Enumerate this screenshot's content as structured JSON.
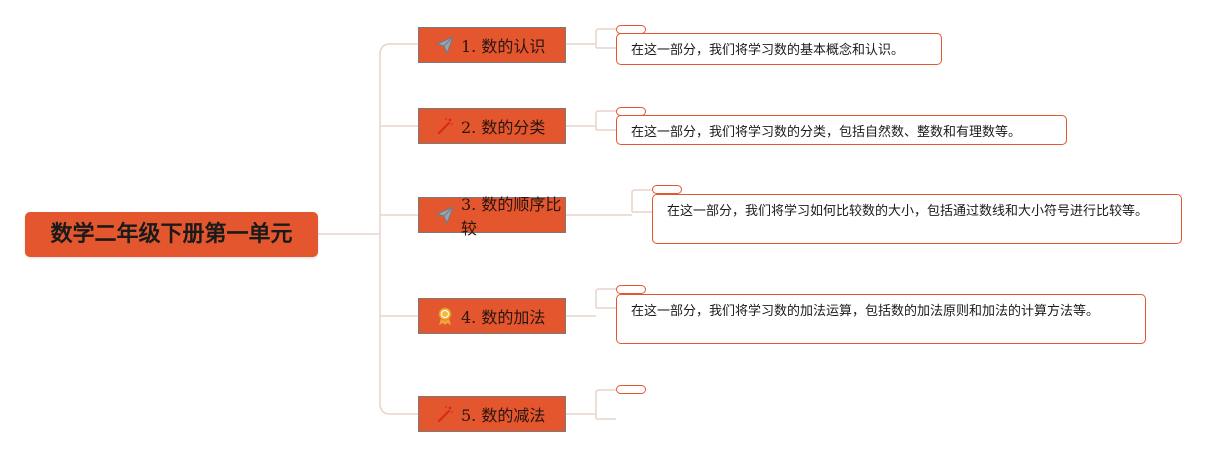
{
  "root": {
    "title": "数学二年级下册第一单元"
  },
  "colors": {
    "accent": "#e4572e",
    "line": "#e9d3cc"
  },
  "branches": [
    {
      "label": "1. 数的认识",
      "icon": "paper-plane-icon",
      "note": "在这一部分，我们将学习数的基本概念和认识。"
    },
    {
      "label": "2. 数的分类",
      "icon": "magic-wand-icon",
      "note": "在这一部分，我们将学习数的分类，包括自然数、整数和有理数等。"
    },
    {
      "label": "3. 数的顺序比较",
      "icon": "paper-plane-icon",
      "note": "在这一部分，我们将学习如何比较数的大小，包括通过数线和大小符号进行比较等。"
    },
    {
      "label": "4. 数的加法",
      "icon": "award-ribbon-icon",
      "note": "在这一部分，我们将学习数的加法运算，包括数的加法原则和加法的计算方法等。"
    },
    {
      "label": "5. 数的减法",
      "icon": "magic-wand-icon",
      "note": ""
    }
  ]
}
